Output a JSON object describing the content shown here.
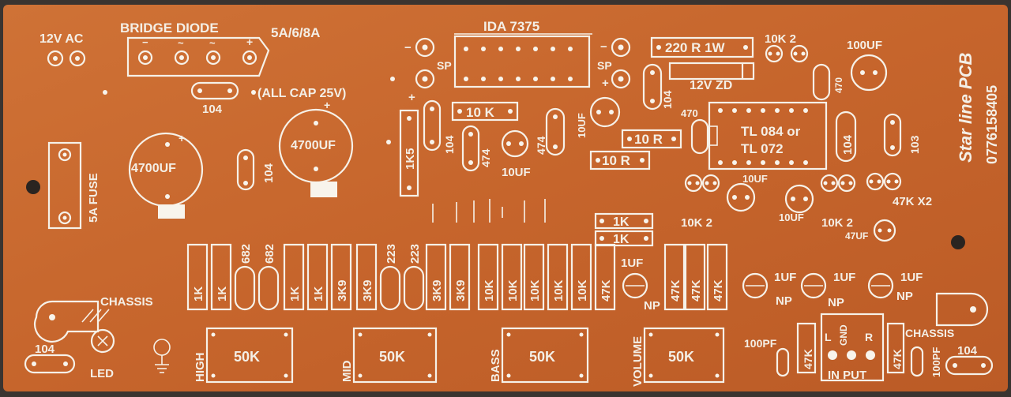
{
  "board": {
    "colors": {
      "substrate": "#c8692f",
      "silk": "#f4efe6",
      "edge": "#3a3430"
    },
    "brand_logo": "Star line PCB",
    "phone": "0776158405"
  },
  "labels": {
    "power_in": "12V AC",
    "bridge": "BRIDGE  DIODE",
    "bridge_rating": "5A/6/8A",
    "cap_note": "(ALL CAP 25V)",
    "amp_ic": "IDA 7375",
    "fuse": "5A FUSE",
    "cap_main_left": "4700UF",
    "cap_main_right": "4700UF",
    "c104_a": "104",
    "c104_b": "104",
    "c104_c": "104",
    "c104_d": "104",
    "c104_e": "104",
    "c104_left": "104",
    "c104_right": "104",
    "r1k5": "1K5",
    "r10k_a": "10 K",
    "c474_a": "474",
    "c474_b": "474",
    "c10uf_a": "10UF",
    "c10uf_b": "10UF",
    "r10r_a": "10 R",
    "r10r_b": "10 R",
    "r220": "220 R  1W",
    "zd": "12V ZD",
    "r10k2_a": "10K 2",
    "c100uf": "100UF",
    "r470_a": "470",
    "r470_b": "470",
    "opamp": "TL 084 or",
    "opamp2": "TL 072",
    "c103": "103",
    "c10uf_c": "10UF",
    "c10uf_d": "10UF",
    "r10k2_b": "10K 2",
    "r10k2_c": "10K 2",
    "r47k_x2": "47K X2",
    "c47uf": "47UF",
    "r1k_a": "1K",
    "r1k_b": "1K",
    "sp_left": "SP",
    "sp_right": "SP",
    "chassis_left": "CHASSIS",
    "chassis_right": "CHASSIS",
    "led": "LED",
    "c100pf_a": "100PF",
    "c100pf_b": "100PF",
    "input": "IN PUT",
    "in_l": "L",
    "in_gnd": "GND",
    "in_r": "R",
    "r47k_in_a": "47K",
    "r47k_in_b": "47K",
    "np_a": "NP",
    "np_b": "NP",
    "np_c": "NP",
    "np_d": "NP",
    "uf_a": "1UF",
    "uf_b": "1UF",
    "uf_c": "1UF",
    "uf_d": "1UF"
  },
  "tone_resistors": [
    "1K",
    "1K",
    "682",
    "682",
    "1K",
    "1K",
    "3K9",
    "3K9",
    "223",
    "223",
    "3K9",
    "3K9",
    "10K",
    "10K",
    "10K",
    "10K",
    "10K",
    "47K",
    "47K",
    "47K",
    "47K"
  ],
  "pots": [
    {
      "name": "HIGH",
      "value": "50K"
    },
    {
      "name": "MID",
      "value": "50K"
    },
    {
      "name": "BASS",
      "value": "50K"
    },
    {
      "name": "VOLUME",
      "value": "50K"
    }
  ],
  "polarity_marks": {
    "plus": "+",
    "minus": "−",
    "ac": "~"
  }
}
